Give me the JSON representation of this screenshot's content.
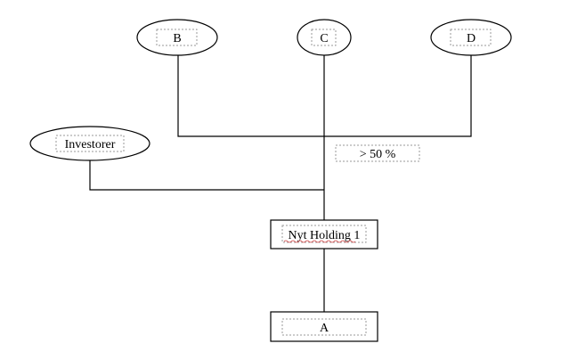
{
  "nodes": {
    "b": {
      "label": "B"
    },
    "c": {
      "label": "C"
    },
    "d": {
      "label": "D"
    },
    "investorer": {
      "label": "Investorer"
    },
    "ownership": {
      "label": "> 50 %"
    },
    "holding": {
      "label": "Nyt Holding 1"
    },
    "a": {
      "label": "A"
    }
  }
}
